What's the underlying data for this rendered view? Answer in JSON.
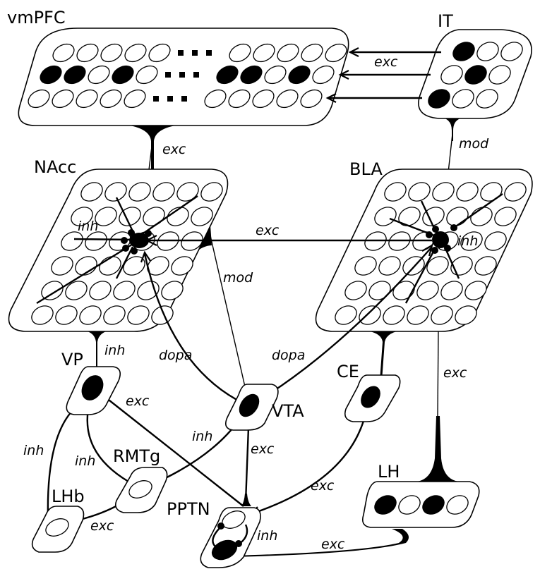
{
  "title": "Brain reward circuit network diagram",
  "colors": {
    "ink": "#000000",
    "background": "#ffffff",
    "active_cell": "#000000",
    "inactive_cell": "#ffffff"
  },
  "regions": {
    "vmPFC": {
      "label": "vmPFC",
      "rows": 3,
      "visible_cells_per_row": 10,
      "ellipsis": "...",
      "active_pattern": [
        [
          0,
          0,
          0,
          0,
          0,
          0,
          0,
          0,
          0,
          0
        ],
        [
          1,
          1,
          0,
          1,
          0,
          1,
          1,
          0,
          1,
          0
        ],
        [
          0,
          0,
          0,
          0,
          0,
          0,
          0,
          0,
          0,
          0
        ]
      ]
    },
    "IT": {
      "label": "IT",
      "active_pattern": [
        [
          1,
          0,
          0
        ],
        [
          0,
          1,
          0
        ],
        [
          1,
          0,
          0
        ]
      ]
    },
    "NAcc": {
      "label": "NAcc",
      "rows": 6,
      "cols": 6
    },
    "BLA": {
      "label": "BLA",
      "rows": 6,
      "cols": 6
    },
    "VP": {
      "label": "VP"
    },
    "VTA": {
      "label": "VTA"
    },
    "CE": {
      "label": "CE"
    },
    "RMTg": {
      "label": "RMTg"
    },
    "LHb": {
      "label": "LHb"
    },
    "PPTN": {
      "label": "PPTN"
    },
    "LH": {
      "label": "LH",
      "active_pattern": [
        1,
        0,
        1,
        0
      ]
    }
  },
  "connections": [
    {
      "from": "IT",
      "to": "vmPFC",
      "type": "exc",
      "label": "exc"
    },
    {
      "from": "vmPFC",
      "to": "NAcc",
      "type": "exc",
      "label": "exc"
    },
    {
      "from": "IT",
      "to": "BLA",
      "type": "mod",
      "label": "mod"
    },
    {
      "from": "BLA",
      "to": "NAcc",
      "type": "exc",
      "label": "exc"
    },
    {
      "from": "NAcc",
      "to": "NAcc",
      "type": "inh",
      "label": "inh"
    },
    {
      "from": "BLA",
      "to": "BLA",
      "type": "inh",
      "label": "inh"
    },
    {
      "from": "NAcc",
      "to": "VTA",
      "type": "mod",
      "label": "mod"
    },
    {
      "from": "NAcc",
      "to": "VP",
      "type": "inh",
      "label": "inh"
    },
    {
      "from": "VTA",
      "to": "NAcc",
      "type": "dopa",
      "label": "dopa"
    },
    {
      "from": "VTA",
      "to": "BLA",
      "type": "dopa",
      "label": "dopa"
    },
    {
      "from": "BLA",
      "to": "CE",
      "type": "exc",
      "label": ""
    },
    {
      "from": "BLA",
      "to": "LH",
      "type": "exc",
      "label": "exc"
    },
    {
      "from": "VP",
      "to": "PPTN",
      "type": "exc",
      "label": "exc"
    },
    {
      "from": "VP",
      "to": "LHb",
      "type": "inh",
      "label": "inh"
    },
    {
      "from": "VP",
      "to": "RMTg",
      "type": "inh",
      "label": "inh"
    },
    {
      "from": "RMTg",
      "to": "VTA",
      "type": "inh",
      "label": "inh"
    },
    {
      "from": "VTA",
      "to": "PPTN",
      "type": "exc",
      "label": "exc"
    },
    {
      "from": "LHb",
      "to": "RMTg",
      "type": "exc",
      "label": "exc"
    },
    {
      "from": "CE",
      "to": "PPTN",
      "type": "exc",
      "label": "exc"
    },
    {
      "from": "PPTN",
      "to": "PPTN",
      "type": "inh",
      "label": "inh"
    },
    {
      "from": "LH",
      "to": "PPTN",
      "type": "exc",
      "label": "exc"
    }
  ],
  "labels": {
    "it_vmpfc": "exc",
    "vmpfc_nacc": "exc",
    "it_bla": "mod",
    "bla_nacc": "exc",
    "nacc_inh": "inh",
    "bla_inh": "inh",
    "nacc_vta_mod": "mod",
    "nacc_vp": "inh",
    "vta_nacc_dopa": "dopa",
    "vta_bla_dopa": "dopa",
    "bla_lh": "exc",
    "vp_pptn": "exc",
    "vp_lhb": "inh",
    "vp_rmtg": "inh",
    "rmtg_vta": "inh",
    "vta_pptn": "exc",
    "lhb_rmtg": "exc",
    "ce_pptn": "exc",
    "pptn_inh": "inh",
    "lh_pptn": "exc"
  }
}
